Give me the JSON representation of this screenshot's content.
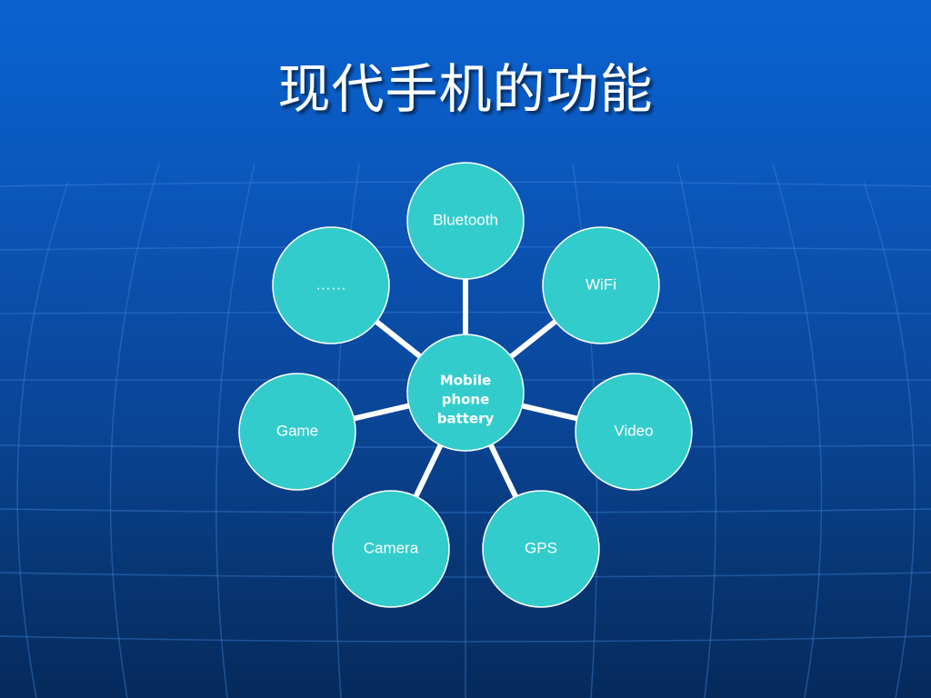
{
  "slide": {
    "title": "现代手机的功能"
  },
  "diagram": {
    "node_fill": "#33cccc",
    "node_stroke": "#ffffff",
    "connector_color": "#ffffff",
    "center": {
      "lines": [
        "Mobile",
        "phone",
        "battery"
      ]
    },
    "satellites": [
      {
        "label": "Bluetooth"
      },
      {
        "label": "WiFi"
      },
      {
        "label": "Video"
      },
      {
        "label": "GPS"
      },
      {
        "label": "Camera"
      },
      {
        "label": "Game"
      },
      {
        "label": "……"
      }
    ]
  }
}
